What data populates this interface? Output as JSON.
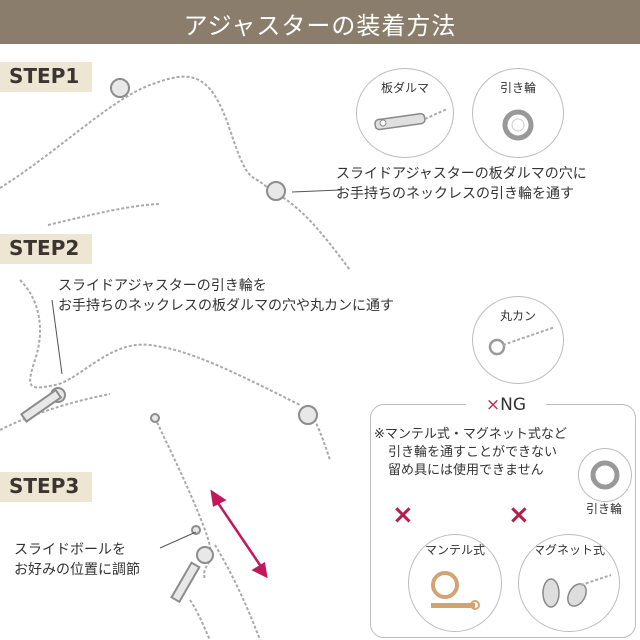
{
  "header": {
    "title": "アジャスターの装着方法"
  },
  "steps": [
    {
      "label": "STEP1"
    },
    {
      "label": "STEP2"
    },
    {
      "label": "STEP3"
    }
  ],
  "step1": {
    "instruction_line1": "スライドアジャスターの板ダルマの穴に",
    "instruction_line2": "お手持ちのネックレスの引き輪を通す",
    "circle_itadaruma": "板ダルマ",
    "circle_hikiwa": "引き輪"
  },
  "step2": {
    "instruction_line1": "スライドアジャスターの引き輪を",
    "instruction_line2": "お手持ちのネックレスの板ダルマの穴や丸カンに通す",
    "circle_marukan": "丸カン"
  },
  "step3": {
    "instruction_line1": "スライドボールを",
    "instruction_line2": "お好みの位置に調節"
  },
  "ng": {
    "mark": "×",
    "title": "NG",
    "note_line1": "※マンテル式・マグネット式など",
    "note_line2": "引き輪を通すことができない",
    "note_line3": "留め具には使用できません",
    "hikiwa_label": "引き輪",
    "mantel_label": "マンテル式",
    "magnet_label": "マグネット式",
    "cross": "×"
  },
  "colors": {
    "header_bg": "#8b7d6b",
    "step_bg": "#ede6d3",
    "accent": "#c0294a"
  }
}
